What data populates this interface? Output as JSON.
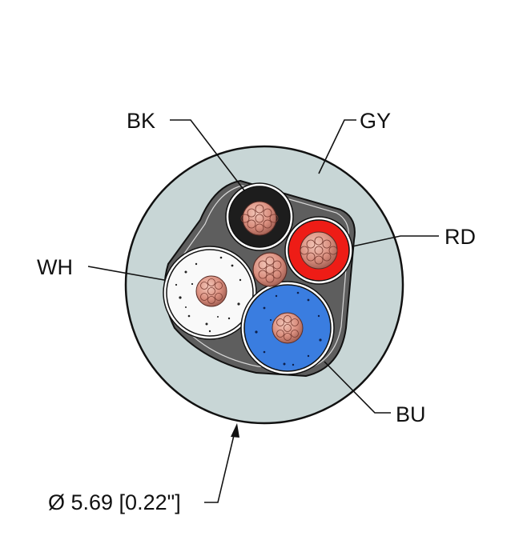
{
  "labels": {
    "bk": "BK",
    "gy": "GY",
    "rd": "RD",
    "wh": "WH",
    "bu": "BU",
    "diameter": "Ø 5.69 [0.22\"]"
  },
  "colors": {
    "jacket": "#c8d6d6",
    "filler": "#5e5e5e",
    "black_conductor": "#1d1d1d",
    "red_conductor": "#ee1c16",
    "white_conductor": "#f9f9f9",
    "blue_conductor": "#3a7de0",
    "copper": "#d98e7e"
  }
}
